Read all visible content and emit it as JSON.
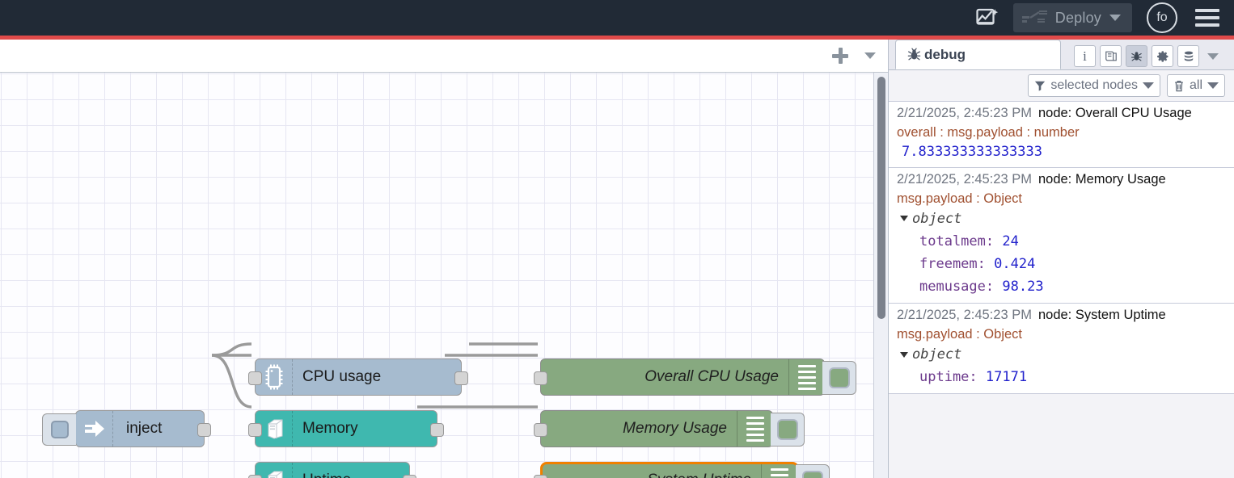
{
  "header": {
    "flow_icon": "flow-sparkle-icon",
    "deploy_label": "Deploy",
    "deploy_icon": "deploy-bars-icon",
    "avatar_label": "fo",
    "menu_icon": "hamburger-menu-icon"
  },
  "canvas_toolbar": {
    "add_tab_icon": "plus-icon",
    "tab_menu_icon": "chevron-down-icon"
  },
  "flow": {
    "inject": {
      "label": "inject",
      "button_icon": "inject-button-icon",
      "node_icon": "arrow-right-icon"
    },
    "sources": [
      {
        "label": "CPU usage",
        "icon": "cpu-chip-icon",
        "color": "#a6bbcf"
      },
      {
        "label": "Memory",
        "icon": "server-box-icon",
        "color": "#3fb8af"
      },
      {
        "label": "Uptime",
        "icon": "server-box-icon",
        "color": "#3fb8af"
      }
    ],
    "debug_nodes": [
      {
        "label": "Overall CPU Usage",
        "icon": "debug-lines-icon",
        "selected": false
      },
      {
        "label": "Memory Usage",
        "icon": "debug-lines-icon",
        "selected": false
      },
      {
        "label": "System Uptime",
        "icon": "debug-lines-icon",
        "selected": true
      }
    ],
    "selection_color": "#f08000"
  },
  "sidebar": {
    "tab": {
      "label": "debug",
      "icon": "bug-icon"
    },
    "icons": [
      {
        "name": "info-icon",
        "glyph": "i",
        "active": false
      },
      {
        "name": "library-icon",
        "glyph": "◧",
        "active": false
      },
      {
        "name": "debug-bug-icon",
        "glyph": "ᚠ",
        "active": true
      },
      {
        "name": "gear-icon",
        "glyph": "⚙",
        "active": false
      },
      {
        "name": "context-stack-icon",
        "glyph": "≡",
        "active": false
      }
    ],
    "icons_caret": "chevron-down-icon",
    "filters": {
      "node_filter_label": "selected nodes",
      "node_filter_icon": "funnel-icon",
      "clear_label": "all",
      "clear_icon": "trash-icon"
    },
    "messages": [
      {
        "time": "2/21/2025, 2:45:23 PM",
        "node": "node: Overall CPU Usage",
        "topic": "overall : msg.payload : number",
        "kind": "value",
        "value": "7.833333333333333"
      },
      {
        "time": "2/21/2025, 2:45:23 PM",
        "node": "node: Memory Usage",
        "topic": "msg.payload : Object",
        "kind": "object",
        "object_label": "object",
        "props": [
          {
            "key": "totalmem",
            "value": "24"
          },
          {
            "key": "freemem",
            "value": "0.424"
          },
          {
            "key": "memusage",
            "value": "98.23"
          }
        ]
      },
      {
        "time": "2/21/2025, 2:45:23 PM",
        "node": "node: System Uptime",
        "topic": "msg.payload : Object",
        "kind": "object",
        "object_label": "object",
        "props": [
          {
            "key": "uptime",
            "value": "17171"
          }
        ]
      }
    ]
  }
}
